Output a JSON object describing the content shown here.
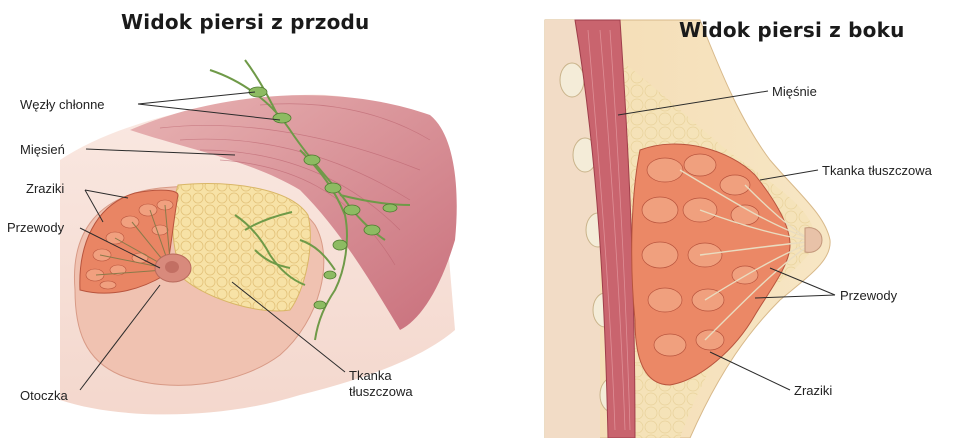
{
  "front_view": {
    "title": "Widok piersi z przodu",
    "labels": {
      "lymph_nodes": "Węzły chłonne",
      "muscle": "Mięsień",
      "lobules": "Zraziki",
      "ducts": "Przewody",
      "areola": "Otoczka",
      "fat_line1": "Tkanka",
      "fat_line2": "tłuszczowa"
    }
  },
  "side_view": {
    "title": "Widok piersi z boku",
    "labels": {
      "muscles": "Mięśnie",
      "fat": "Tkanka tłuszczowa",
      "ducts": "Przewody",
      "lobules": "Zraziki"
    }
  },
  "colors": {
    "skin": "#f3cbbd",
    "muscle": "#cf7e86",
    "fat": "#f6dfa0",
    "lobule": "#e5795c",
    "lymph": "#7fae58"
  }
}
